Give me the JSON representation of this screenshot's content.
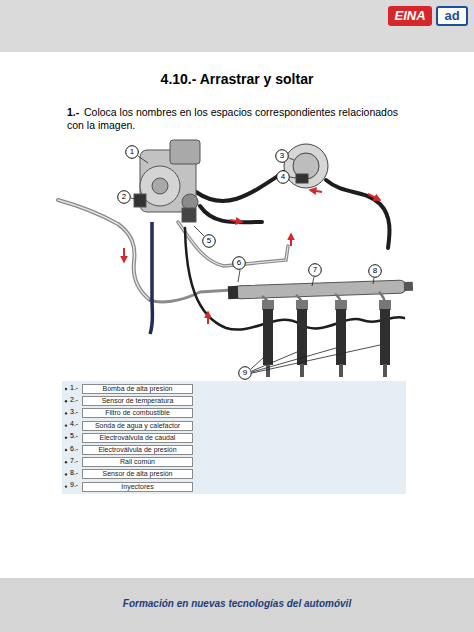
{
  "diagram": {
    "title": "4.10.- Arrastrar y soltar",
    "nodes": [
      {
        "text": [
          "EINA"
        ]
      },
      {
        "text": [
          "ad"
        ]
      },
      {
        "text": [
          "1"
        ]
      },
      {
        "text": [
          "2"
        ]
      },
      {
        "text": [
          "3"
        ]
      },
      {
        "text": [
          "4"
        ]
      },
      {
        "text": [
          "5"
        ]
      },
      {
        "text": [
          "6"
        ]
      },
      {
        "text": [
          "7"
        ]
      },
      {
        "text": [
          "8"
        ]
      },
      {
        "text": [
          "9"
        ]
      },
      {
        "text": [
          "Bomba de alta presión"
        ]
      },
      {
        "text": [
          "Sensor de temperatura"
        ]
      },
      {
        "text": [
          "Filtro de combustible"
        ]
      },
      {
        "text": [
          "Sonda de agua y calefactor"
        ]
      },
      {
        "text": [
          "Electroválvula de caudal"
        ]
      },
      {
        "text": [
          "Electroválvula de presión"
        ]
      },
      {
        "text": [
          "Rail común"
        ]
      },
      {
        "text": [
          "Sensor de alta presión"
        ]
      },
      {
        "text": [
          "Inyectores"
        ]
      }
    ],
    "labels": [
      "1.-",
      "Coloca los nombres en los espacios correspondientes relacionados con la imagen.",
      "1.-",
      "2.-",
      "3.-",
      "4.-",
      "5.-",
      "6.-",
      "7.-",
      "8.-",
      "9.-",
      "Formación en nuevas tecnologías del automóvil"
    ]
  }
}
